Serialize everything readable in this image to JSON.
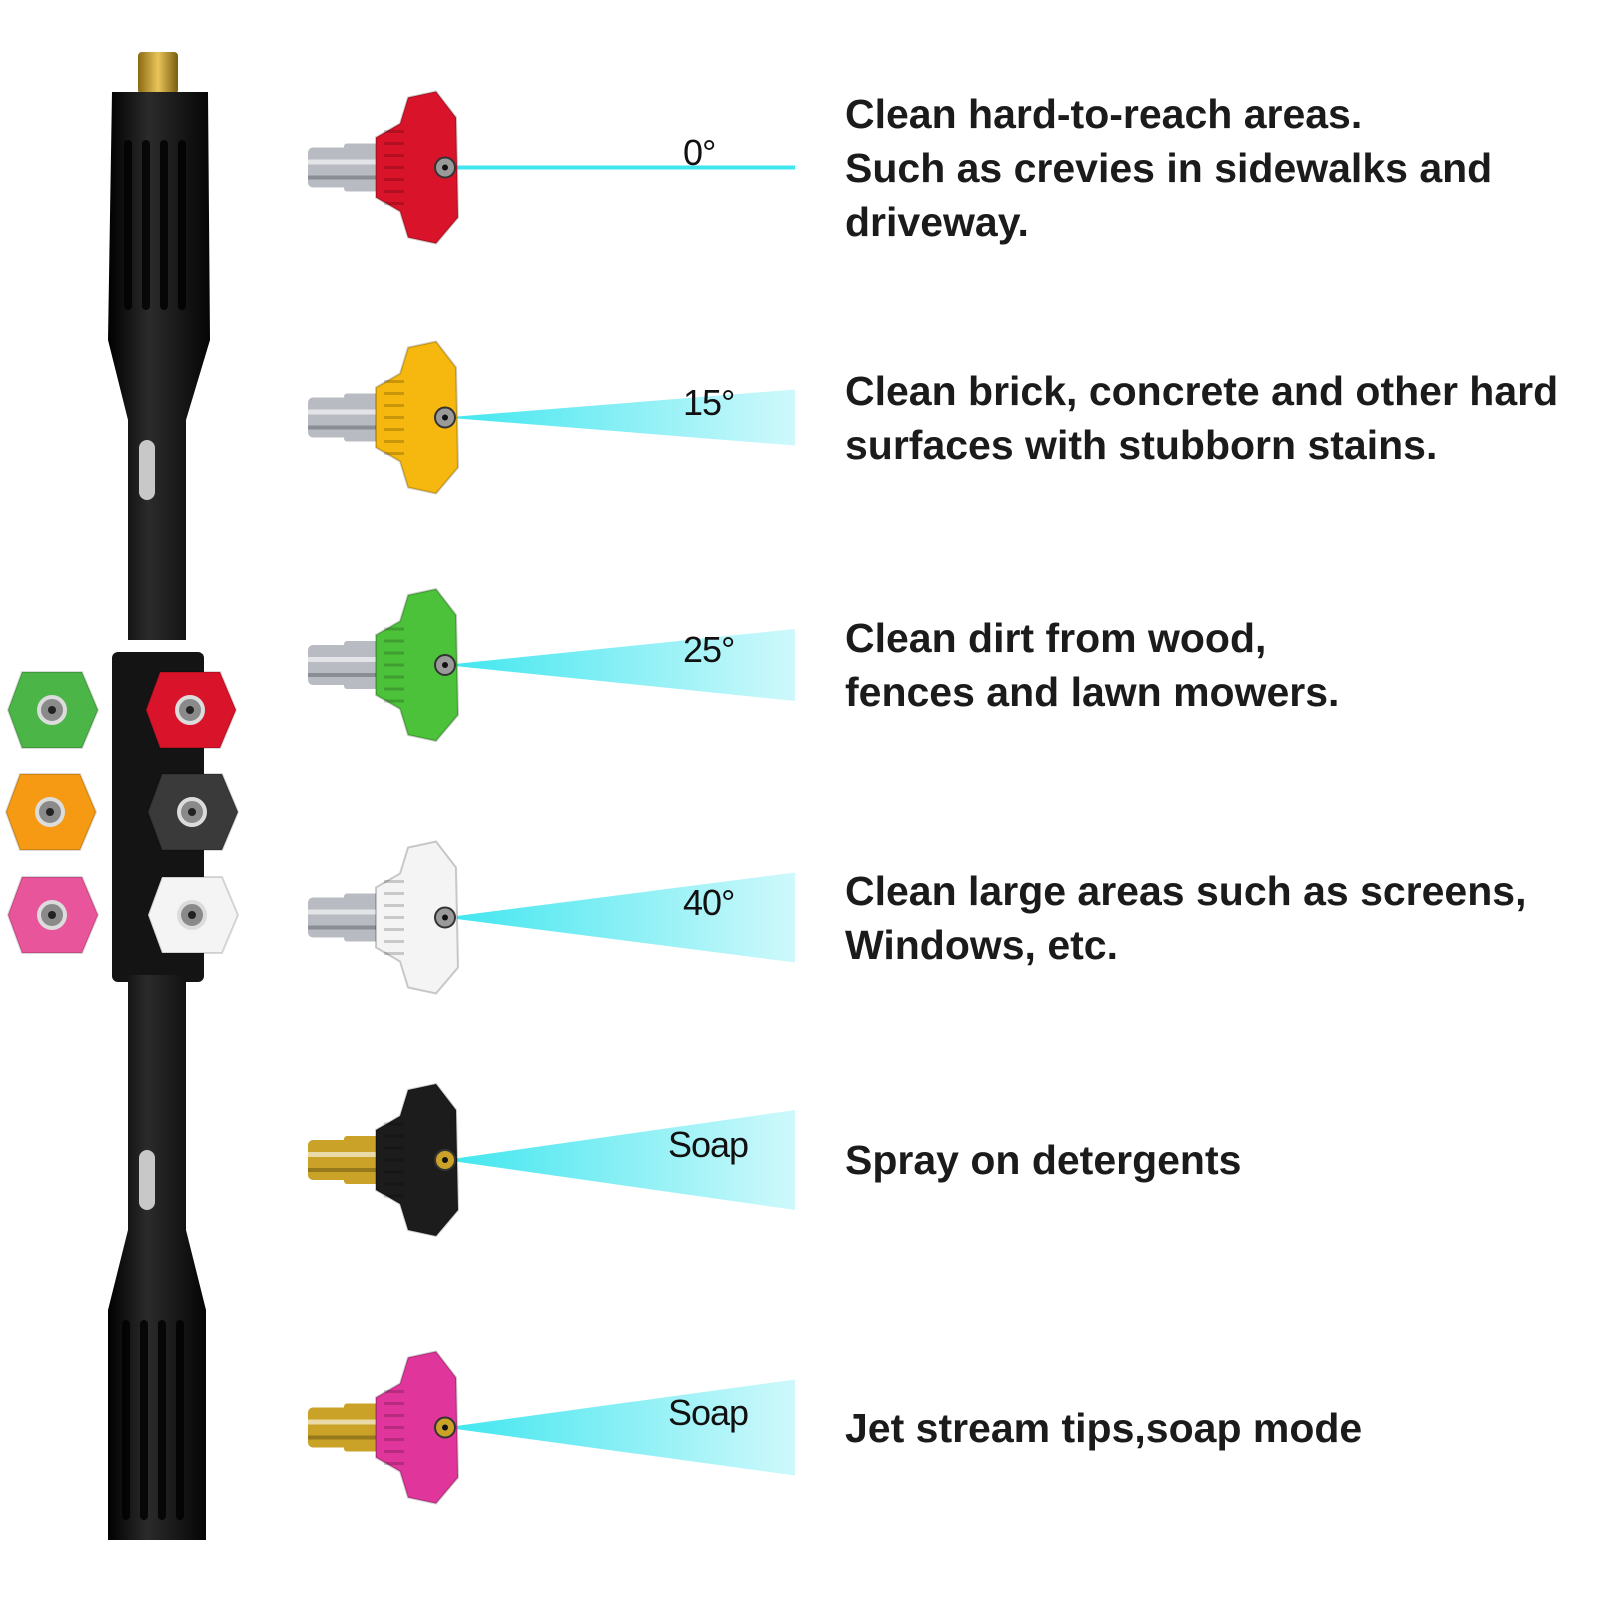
{
  "tips": [
    {
      "angle": "0°",
      "tip_color": "#d9142a",
      "description": "Clean hard-to-reach areas.\nSuch as crevies in sidewalks and\ndriveway."
    },
    {
      "angle": "15°",
      "tip_color": "#f6b80e",
      "description": "Clean brick, concrete and other hard\nsurfaces with stubborn stains."
    },
    {
      "angle": "25°",
      "tip_color": "#4cc13a",
      "description": "Clean dirt from wood,\nfences and lawn mowers."
    },
    {
      "angle": "40°",
      "tip_color": "#f4f4f4",
      "description": "Clean large areas such as screens,\nWindows, etc."
    },
    {
      "angle": "Soap",
      "tip_color": "#1c1c1c",
      "description": "Spray on detergents"
    },
    {
      "angle": "Soap",
      "tip_color": "#e0359a",
      "description": "Jet stream tips,soap mode"
    }
  ],
  "holder_tips": [
    "#4bb548",
    "#d9142a",
    "#f59a12",
    "#3a3a3a",
    "#e8559b",
    "#f4f4f4"
  ],
  "colors": {
    "spray": "#3fe6ef",
    "wand": "#1a1a1a",
    "brass": "#c9a227",
    "steel": "#b8bcc2"
  }
}
